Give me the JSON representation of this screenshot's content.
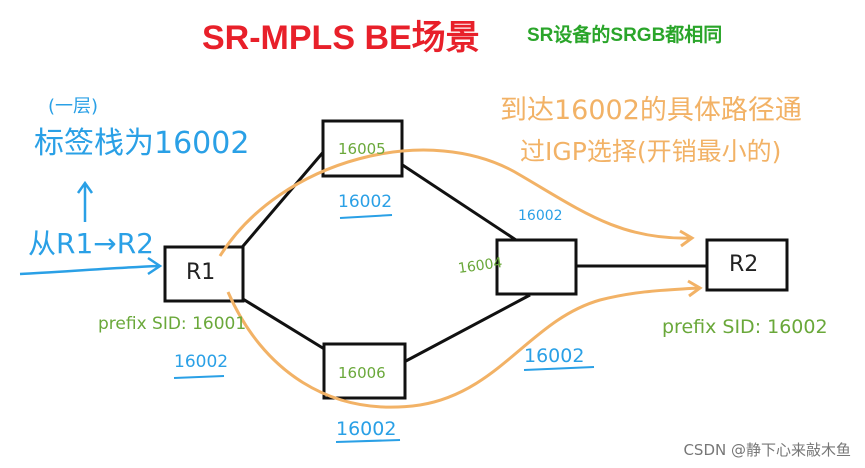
{
  "title": "SR-MPLS BE场景",
  "subtitle": "SR设备的SRGB都相同",
  "notes": {
    "label_stack_line1": "(一层)",
    "label_stack_line2": "标签栈为16002",
    "from_r1_to_r2": "从R1→R2",
    "path_note_line1": "到达16002的具体路径通",
    "path_note_line2": "过IGP选择(开销最小的)"
  },
  "nodes": {
    "r1": "R1",
    "r2": "R2",
    "r5": "16005",
    "r4": "16004",
    "r6": "16006"
  },
  "prefix_sids": {
    "r1": "prefix SID: 16001",
    "r2": "prefix SID: 16002"
  },
  "stack_labels": {
    "r1_out": "16002",
    "r5_out": "16002",
    "r4_in": "16002",
    "r4_out": "16002",
    "r6_out": "16002"
  },
  "watermark": "CSDN @静下心来敲木鱼",
  "colors": {
    "title": "#e8202a",
    "subtitle": "#2aa52a",
    "annotation_blue": "#2aa0e6",
    "prefix_green": "#6aa83a",
    "path_orange": "#f2b266",
    "link_black": "#111111"
  }
}
